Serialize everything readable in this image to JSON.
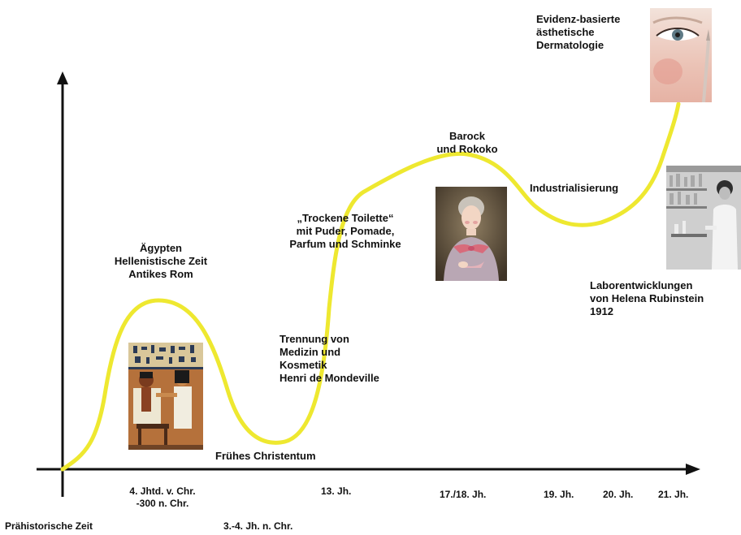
{
  "colors": {
    "curve": "#EEE830",
    "axis": "#111111",
    "text": "#111111",
    "background": "#FFFFFF"
  },
  "events": {
    "aegypten": [
      "Ägypten",
      "Hellenistische Zeit",
      "Antikes Rom"
    ],
    "christentum": [
      "Frühes Christentum"
    ],
    "trennung": [
      "Trennung von",
      "Medizin und",
      "Kosmetik",
      "Henri de Mondeville"
    ],
    "toilette": [
      "„Trockene Toilette“",
      "mit Puder, Pomade,",
      "Parfum und Schminke"
    ],
    "barock": [
      "Barock",
      "und Rokoko"
    ],
    "industrialisierung": [
      "Industrialisierung"
    ],
    "rubinstein": [
      "Laborentwicklungen",
      "von Helena Rubinstein",
      "1912"
    ],
    "dermatologie": [
      "Evidenz-basierte",
      "ästhetische",
      "Dermatologie"
    ]
  },
  "x_axis": {
    "upper_ticks": [
      [
        "4. Jhtd.  v. Chr.",
        "-300 n. Chr."
      ],
      [
        "13. Jh."
      ],
      [
        "17./18. Jh."
      ],
      [
        "19. Jh."
      ],
      [
        "20. Jh."
      ],
      [
        "21. Jh."
      ]
    ],
    "lower_ticks": [
      "Prähistorische Zeit",
      "3.-4. Jh. n. Chr."
    ]
  },
  "images": {
    "egypt_painting": "egyptian-wall-painting",
    "rococo_portrait": "rococo-lady-portrait",
    "lab_photo": "laboratory-photo",
    "eye_photo": "eye-skin-photo"
  }
}
